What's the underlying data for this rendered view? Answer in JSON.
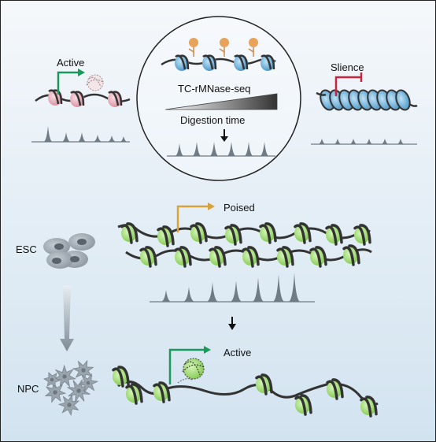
{
  "labels": {
    "active_top": "Active",
    "method": "TC-rMNase-seq",
    "digestion": "Digestion time",
    "silence": "Slience",
    "poised": "Poised",
    "esc": "ESC",
    "npc": "NPC",
    "active_bottom": "Active"
  },
  "colors": {
    "background_top": "#f3f7fb",
    "background_bottom": "#d4e5f1",
    "nucleosome_green": "#8fd45a",
    "nucleosome_blue": "#5fa8d6",
    "nucleosome_pink": "#e3a3b0",
    "arrow_green": "#1a9a5a",
    "arrow_gold": "#d8a23c",
    "arrow_red": "#c8243c",
    "protein_orange": "#e8a25a",
    "dna": "#333333",
    "peaks": "#6f7b85"
  }
}
